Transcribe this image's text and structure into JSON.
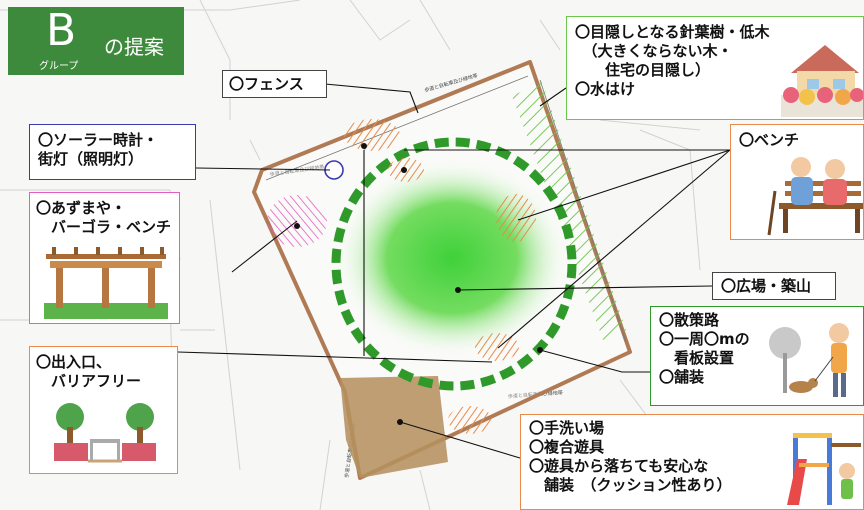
{
  "title": {
    "letter": "B",
    "sub": "グループ",
    "text": "の提案"
  },
  "labels": {
    "fence": "〇フェンス",
    "solar": [
      "〇ソーラー時計・",
      "街灯（照明灯）"
    ],
    "azumaya": [
      "〇あずまや・",
      "　バーゴラ・ベンチ"
    ],
    "entrance": [
      "〇出入口、",
      "　バリアフリー"
    ],
    "hedge": [
      "〇目隠しとなる針葉樹・低木",
      "　（大きくならない木・",
      "　　住宅の目隠し）",
      "〇水はけ"
    ],
    "bench": "〇ベンチ",
    "plaza": "〇広場・築山",
    "path": [
      "〇散策路",
      "〇一周〇mの",
      "　看板設置",
      "〇舗装"
    ],
    "play": [
      "〇手洗い場",
      "〇複合遊具",
      "〇遊具から落ちても安心な",
      "　舗装　（クッション性あり）"
    ]
  },
  "map_text": [
    "歩道と自転車及び緑地帯",
    "歩道と自転車及び緑地帯",
    "歩道と自転車及び緑地帯",
    "歩道と自転車及び緑地帯"
  ],
  "colors": {
    "green": "#3d8a3c",
    "track": "#2f9a2a",
    "boundary": "#b07a55",
    "playground": "#b5915f",
    "hatch_orange": "#e88a4a",
    "hatch_pink": "#e65cc3",
    "hatch_green": "#6cc64c"
  }
}
